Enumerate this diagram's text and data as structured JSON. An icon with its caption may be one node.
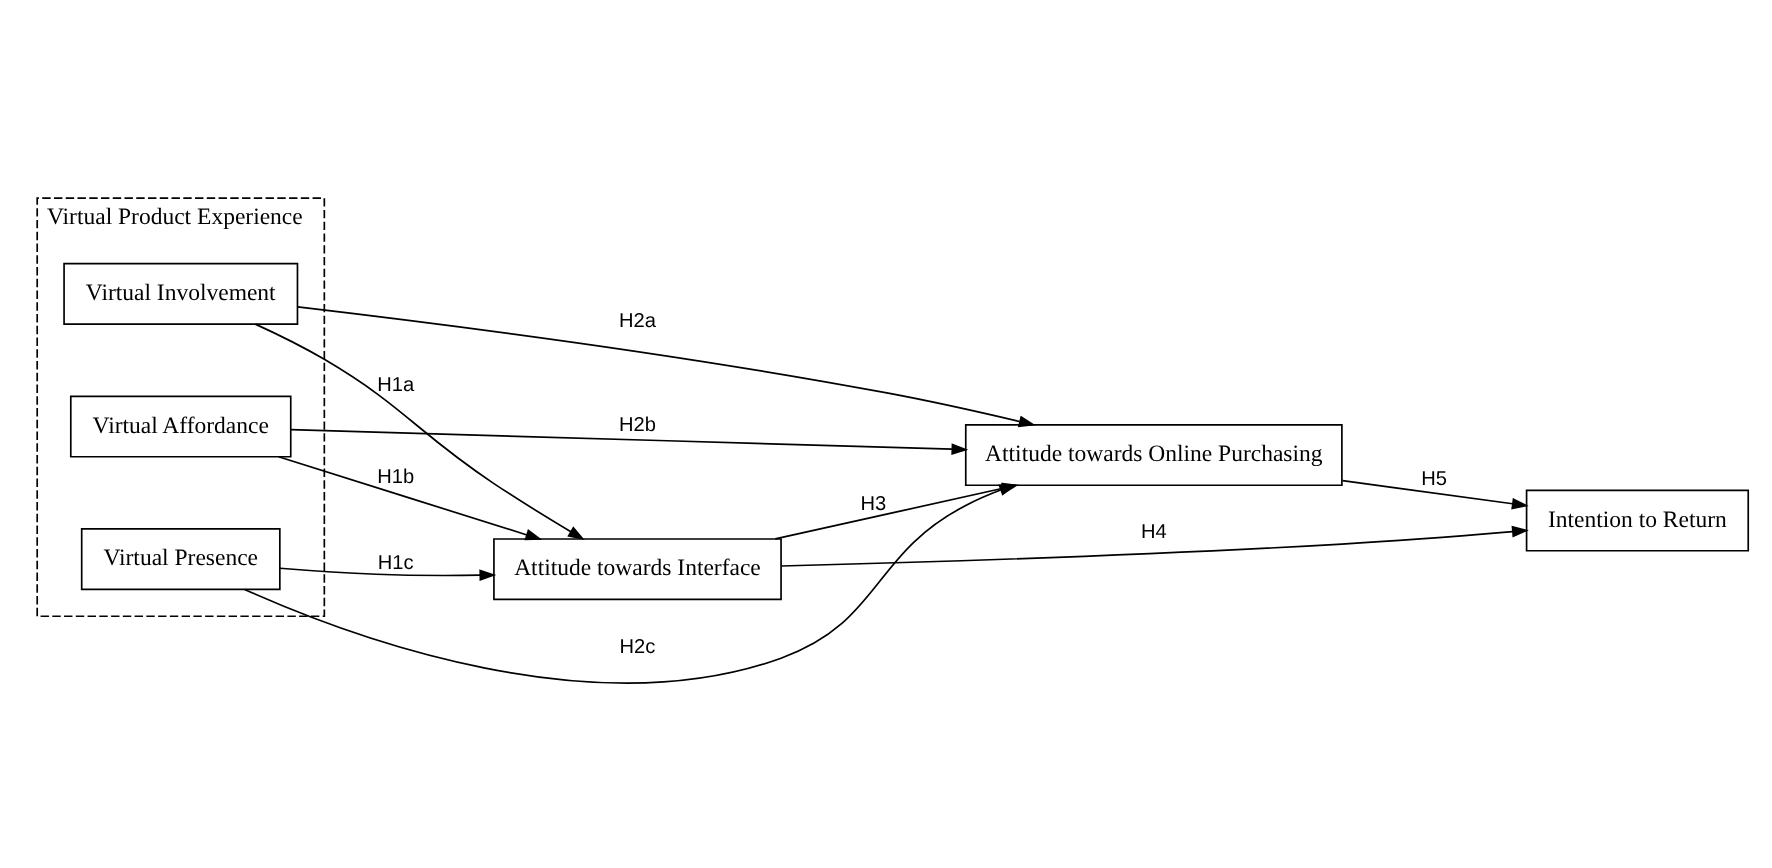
{
  "diagram": {
    "nodes": [
      {
        "text": [
          "Virtual Product Experience"
        ]
      },
      {
        "text": [
          "Virtual Involvement"
        ],
        "in": 0
      },
      {
        "text": [
          "Virtual Affordance"
        ],
        "in": 0
      },
      {
        "text": [
          "Virtual Presence"
        ],
        "in": 0
      },
      {
        "text": [
          "Attitude towards Interface"
        ]
      },
      {
        "text": [
          "Attitude towards Online Purchasing"
        ]
      },
      {
        "text": [
          "Intention to Return"
        ]
      }
    ],
    "edges": [
      {
        "from": 1,
        "to": 4,
        "arrow": "to",
        "label": "H1a"
      },
      {
        "from": 2,
        "to": 4,
        "arrow": "to",
        "label": "H1b"
      },
      {
        "from": 3,
        "to": 4,
        "arrow": "to",
        "label": "H1c"
      },
      {
        "from": 1,
        "to": 5,
        "arrow": "to",
        "label": "H2a"
      },
      {
        "from": 2,
        "to": 5,
        "arrow": "to",
        "label": "H2b"
      },
      {
        "from": 3,
        "to": 5,
        "arrow": "to",
        "label": "H2c"
      },
      {
        "from": 4,
        "to": 5,
        "arrow": "to",
        "label": "H3"
      },
      {
        "from": 4,
        "to": 6,
        "arrow": "to",
        "label": "H4"
      },
      {
        "from": 5,
        "to": 6,
        "arrow": "to",
        "label": "H5"
      }
    ]
  }
}
